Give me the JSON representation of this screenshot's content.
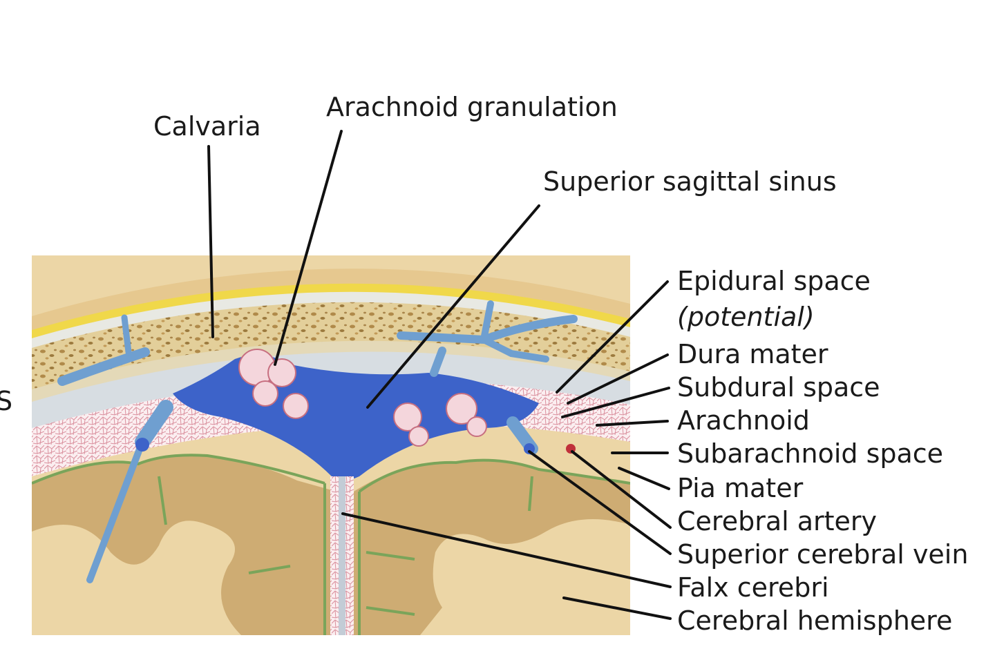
{
  "figure": {
    "labels": {
      "calvaria": "Calvaria",
      "arachnoid_granulation": "Arachnoid granulation",
      "superior_sagittal_sinus": "Superior sagittal sinus",
      "epidural_space": "Epidural space",
      "epidural_space_note": "(potential)",
      "dura_mater": "Dura mater",
      "subdural_space": "Subdural space",
      "arachnoid": "Arachnoid",
      "subarachnoid_space": "Subarachnoid space",
      "pia_mater": "Pia mater",
      "cerebral_artery": "Cerebral artery",
      "superior_cerebral_vein": "Superior cerebral vein",
      "falx_cerebri": "Falx cerebri",
      "cerebral_hemisphere": "Cerebral hemisphere"
    },
    "edge_fragment": "S"
  },
  "colors": {
    "bone": "#e3cf9a",
    "bone_pores": "#b08a4a",
    "periosteum_yellow": "#f0d84a",
    "dura": "#d7dde2",
    "sinus_blue": "#3d63c9",
    "vein_blue": "#6f9fd0",
    "arachnoid_pink": "#e9b9c2",
    "pia_green": "#7aa45a",
    "brain_gray_matter": "#c9a46a",
    "brain_white_matter": "#ecd6a6",
    "artery_red": "#c0303a"
  }
}
